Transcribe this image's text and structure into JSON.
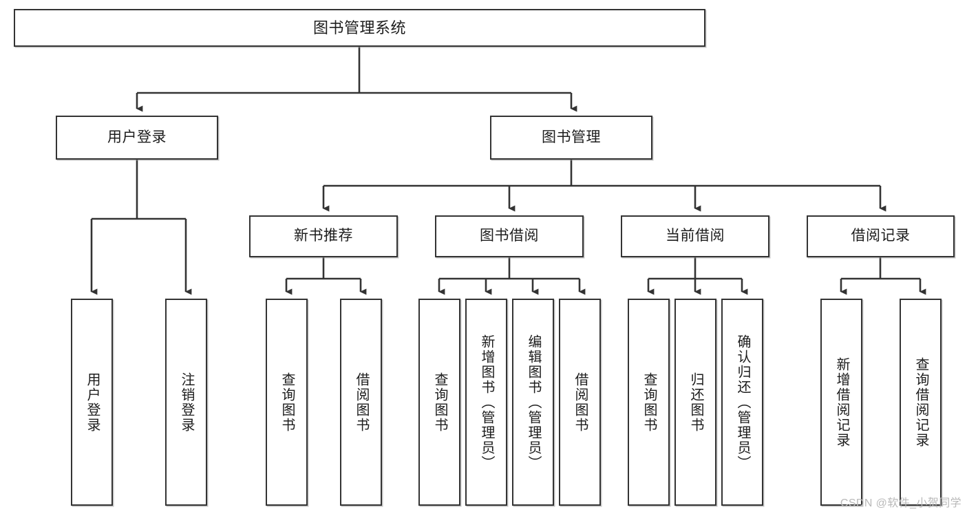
{
  "diagram": {
    "title": "图书管理系统",
    "type": "tree-hierarchy-chart",
    "watermark": "CSDN @软件_小贺同学",
    "colors": {
      "box_border": "#333333",
      "box_fill": "#ffffff",
      "connector": "#333333",
      "text": "#1c1c1c",
      "watermark": "#b9b9b9",
      "background": "#ffffff"
    },
    "root": {
      "label": "图书管理系统"
    },
    "level2": [
      {
        "id": "user-login",
        "label": "用户登录"
      },
      {
        "id": "book-management",
        "label": "图书管理"
      }
    ],
    "level3": [
      {
        "id": "new-book-recommend",
        "label": "新书推荐"
      },
      {
        "id": "book-borrow",
        "label": "图书借阅"
      },
      {
        "id": "current-borrow",
        "label": "当前借阅"
      },
      {
        "id": "borrow-record",
        "label": "借阅记录"
      }
    ],
    "leaves": {
      "user_login": [
        {
          "id": "leaf-user-login",
          "label": "用户登录"
        },
        {
          "id": "leaf-logout-login",
          "label": "注销登录"
        }
      ],
      "new_book_recommend": [
        {
          "id": "leaf-query-book-1",
          "label": "查询图书"
        },
        {
          "id": "leaf-borrow-book-1",
          "label": "借阅图书"
        }
      ],
      "book_borrow": [
        {
          "id": "leaf-query-book-2",
          "label": "查询图书"
        },
        {
          "id": "leaf-add-book",
          "label": "新增图书（管理员）"
        },
        {
          "id": "leaf-edit-book",
          "label": "编辑图书（管理员）"
        },
        {
          "id": "leaf-borrow-book-2",
          "label": "借阅图书"
        }
      ],
      "current_borrow": [
        {
          "id": "leaf-query-book-3",
          "label": "查询图书"
        },
        {
          "id": "leaf-return-book",
          "label": "归还图书"
        },
        {
          "id": "leaf-confirm-return",
          "label": "确认归还（管理员）"
        }
      ],
      "borrow_record": [
        {
          "id": "leaf-add-record",
          "label": "新增借阅记录"
        },
        {
          "id": "leaf-query-record",
          "label": "查询借阅记录"
        }
      ]
    }
  }
}
